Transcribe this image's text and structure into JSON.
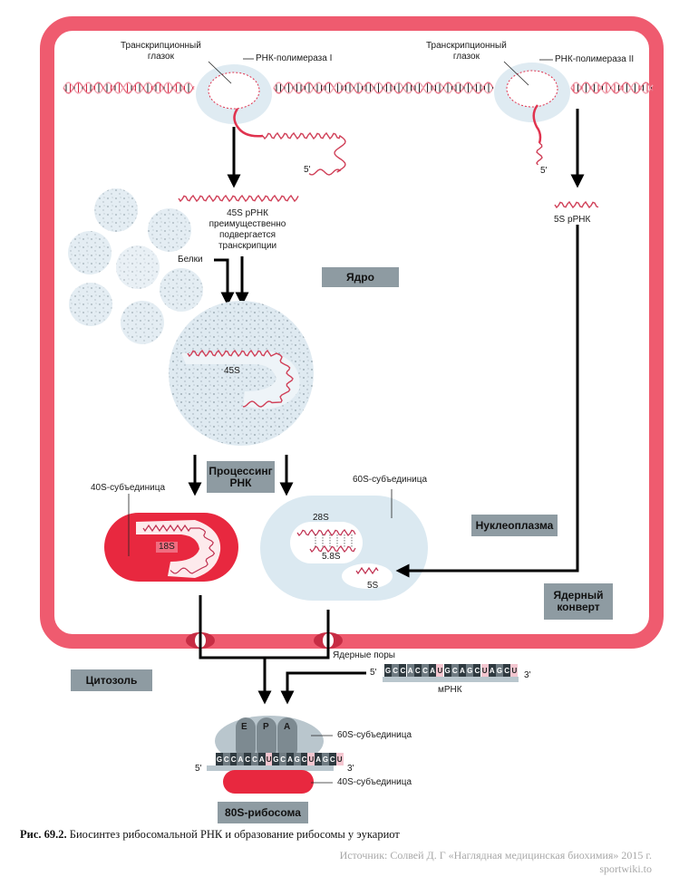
{
  "figure": {
    "caption_label": "Рис. 69.2.",
    "caption_text": "Биосинтез рибосомальной РНК и образование рибосомы у эукариот",
    "source_line": "Источник: Солвей Д. Г «Наглядная медицинская биохимия» 2015 г.",
    "source_site": "sportwiki.to"
  },
  "colors": {
    "nuclear_envelope": "#ef5b6f",
    "subunit_40s": "#e8283f",
    "subunit_60s": "#dbe9f1",
    "label_box": "#8e9ba2",
    "rna_strand": "#e0334f",
    "arrow": "#000000"
  },
  "transcription": {
    "left": {
      "bubble_label": "Транскрипционный\nглазок",
      "polymerase_label": "РНК-полимераза I",
      "five_prime": "5'"
    },
    "right": {
      "bubble_label": "Транскрипционный\nглазок",
      "polymerase_label": "РНК-полимераза II",
      "five_prime": "5'"
    }
  },
  "rrna_45s": {
    "label": "45S рРНК\nпреимущественно\nподвергается\nтранскрипции"
  },
  "rrna_5s": {
    "label": "5S рРНК"
  },
  "proteins_label": "Белки",
  "nucleolus_label": "45S",
  "regions": {
    "nucleus": "Ядро",
    "processing": "Процессинг\nРНК",
    "nucleoplasm": "Нуклеоплазма",
    "nuclear_envelope": "Ядерный\nконверт",
    "cytosol": "Цитозоль",
    "ribosome_80s": "80S-рибосома"
  },
  "subunit_40s": {
    "label": "40S-субъединица",
    "rna": "18S"
  },
  "subunit_60s": {
    "label": "60S-субъединица",
    "rna_28s": "28S",
    "rna_58s": "5.8S",
    "rna_5s": "5S"
  },
  "nuclear_pores_label": "Ядерные поры",
  "mrna": {
    "label": "мРНК",
    "five_prime": "5'",
    "three_prime": "3'",
    "sequence": [
      "G",
      "C",
      "C",
      "A",
      "C",
      "C",
      "A",
      "U",
      "G",
      "C",
      "A",
      "G",
      "C",
      "U",
      "A",
      "G",
      "C",
      "U"
    ]
  },
  "ribosome": {
    "sites": [
      "E",
      "P",
      "A"
    ],
    "label_60s": "60S-субъединица",
    "label_40s": "40S-субъединица",
    "five_prime": "5'",
    "three_prime": "3'"
  }
}
